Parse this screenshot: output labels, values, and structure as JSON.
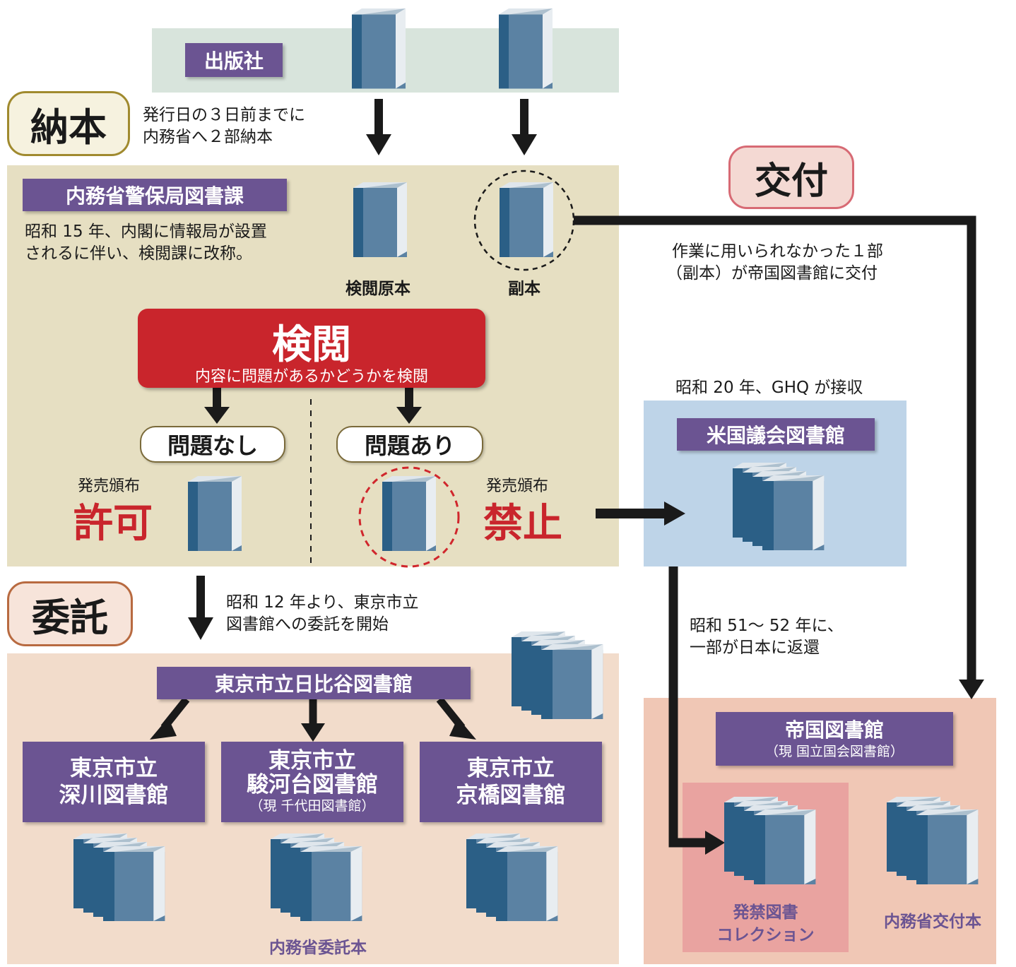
{
  "badges": {
    "nouhon": "納本",
    "koufu": "交付",
    "itaku": "委託"
  },
  "publisher": {
    "label": "出版社"
  },
  "nouhon_note": [
    "発行日の３日前までに",
    "内務省へ２部納本"
  ],
  "naimusho": {
    "label": "内務省警保局図書課",
    "note": [
      "昭和 15 年、内閣に情報局が設置",
      "されるに伴い、検閲課に改称。"
    ],
    "copy1": "検閲原本",
    "copy2": "副本"
  },
  "ken_etsu": {
    "title": "検閲",
    "subtitle": "内容に問題があるかどうかを検閲"
  },
  "outcomes": {
    "ok": "問題なし",
    "ng": "問題あり",
    "ok_small": "発売頒布",
    "ok_big": "許可",
    "ng_small": "発売頒布",
    "ng_big": "禁止"
  },
  "koufu_note": [
    "作業に用いられなかった１部",
    "（副本）が帝国図書館に交付"
  ],
  "ghq_note": "昭和 20 年、GHQ が接収",
  "loc": {
    "label": "米国議会図書館"
  },
  "return_note": [
    "昭和 51〜 52 年に、",
    "一部が日本に返還"
  ],
  "itaku_note": [
    "昭和 12 年より、東京市立",
    "図書館への委託を開始"
  ],
  "hibiya": {
    "label": "東京市立日比谷図書館"
  },
  "branches": [
    {
      "line1": "東京市立",
      "line2": "深川図書館",
      "line3": ""
    },
    {
      "line1": "東京市立",
      "line2": "駿河台図書館",
      "line3": "（現 千代田図書館）"
    },
    {
      "line1": "東京市立",
      "line2": "京橋図書館",
      "line3": ""
    }
  ],
  "itaku_caption": "内務省委託本",
  "teikoku": {
    "label": "帝国図書館",
    "sub": "（現 国立国会図書館）"
  },
  "hakkin": [
    "発禁図書",
    "コレクション"
  ],
  "koufu_caption": "内務省交付本",
  "colors": {
    "purple": "#6b5492",
    "red": "#c9252c",
    "book": "#5b82a3",
    "book_spine": "#2b5f86",
    "publisher_band": "#d8e4dc",
    "naimusho_band": "#e6dfc2",
    "loc_band": "#bed4e8",
    "tokyo_band": "#f2dccb",
    "teikoku_band": "#f0c7b5",
    "hakkin_band": "#e9a3a0"
  }
}
